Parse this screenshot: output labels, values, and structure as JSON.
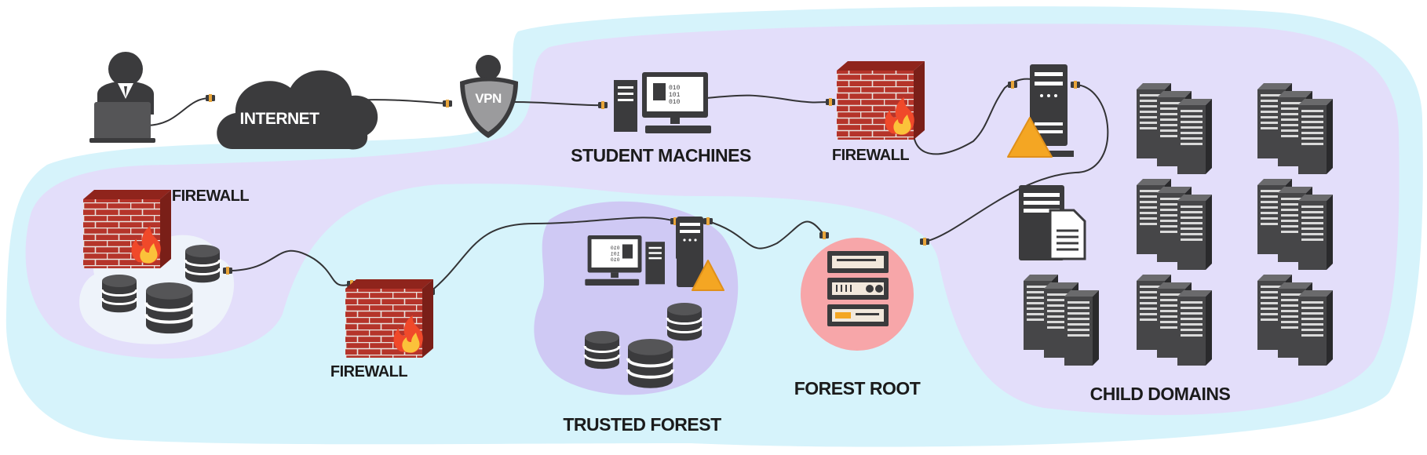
{
  "labels": {
    "internet": "INTERNET",
    "vpn": "VPN",
    "student_machines": "STUDENT MACHINES",
    "firewall_top": "FIREWALL",
    "firewall_left": "FIREWALL",
    "firewall_mid": "FIREWALL",
    "trusted_forest": "TRUSTED FOREST",
    "forest_root": "FOREST ROOT",
    "child_domains": "CHILD DOMAINS"
  },
  "colors": {
    "outer_region": "#d6f3fb",
    "inner_region": "#e3defa",
    "trusted_forest_blob": "#cfc9f4",
    "forest_root_circle": "#f7a6a9",
    "brick": "#b5342a",
    "warning": "#f4a623",
    "device": "#3b3b3d"
  }
}
